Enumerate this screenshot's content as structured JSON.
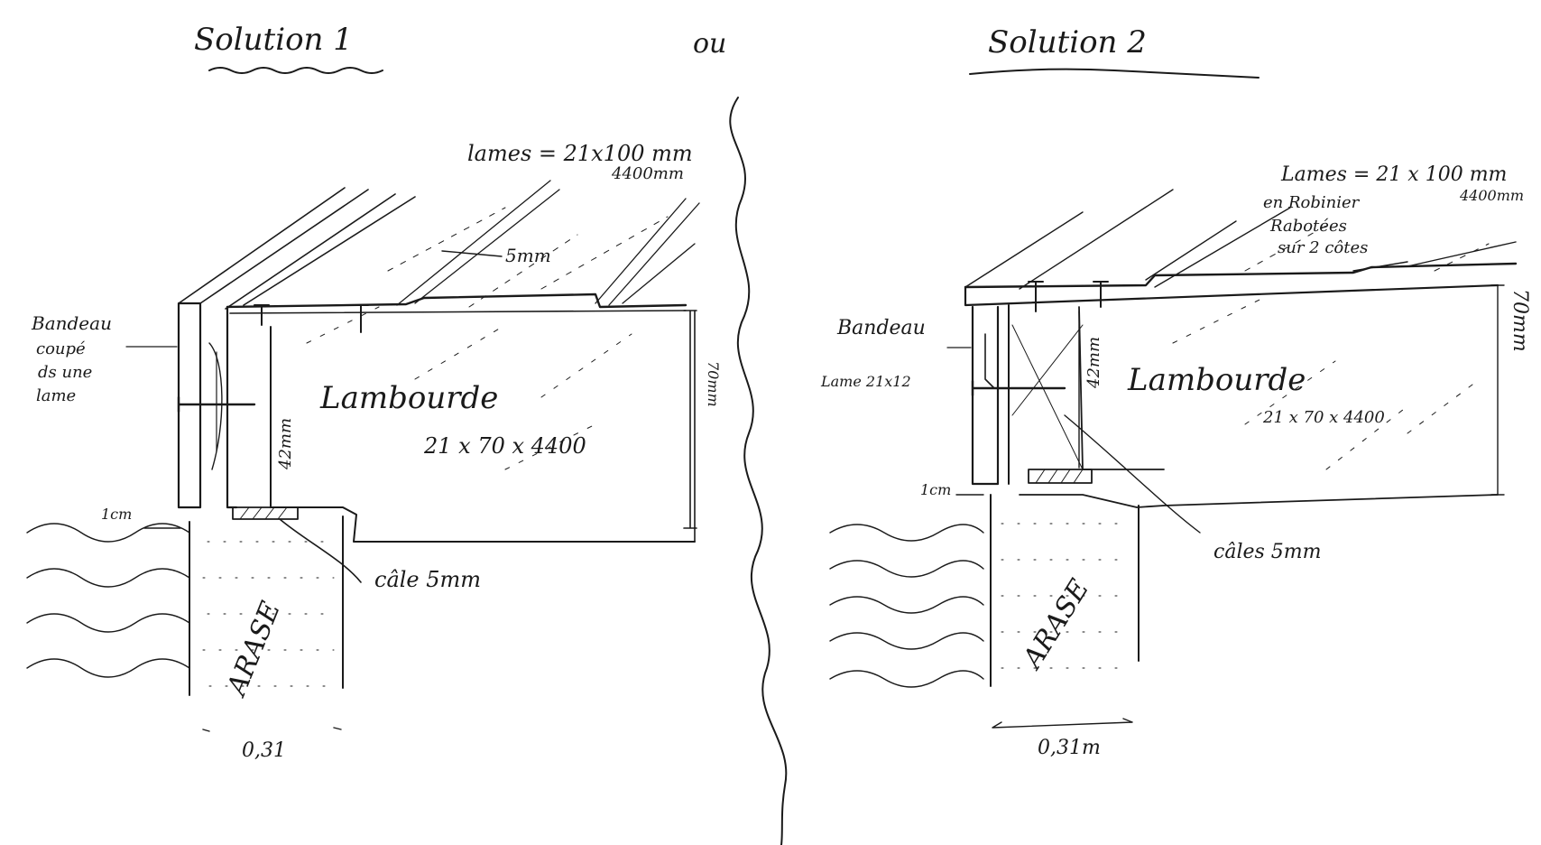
{
  "header": {
    "solution1": "Solution 1",
    "or": "ou",
    "solution2": "Solution 2"
  },
  "left": {
    "lames": "lames = 21x100 mm",
    "lames_len": "4400mm",
    "gap": "5mm",
    "bandeau": [
      "Bandeau",
      "coupé",
      "ds une",
      "lame"
    ],
    "lambourde": "Lambourde",
    "lambourde_dims": "21 x 70 x 4400",
    "h42": "42mm",
    "h70": "70mm",
    "gap1cm": "1cm",
    "cale": "câle 5mm",
    "arase": "ARASE",
    "width": "0,31"
  },
  "right": {
    "lames": "Lames = 21 x 100 mm",
    "lames_len": "4400mm",
    "lames_wood": "en Robinier",
    "lames_rab1": "Rabotées",
    "lames_rab2": "sur 2 côtes",
    "bandeau": "Bandeau",
    "lame_spec": "Lame 21x12",
    "lambourde": "Lambourde",
    "lambourde_dims": "21 x 70 x 4400",
    "h42": "42mm",
    "h70": "70mm",
    "gap1cm": "1cm",
    "cales": "câles 5mm",
    "arase": "ARASE",
    "width": "0,31m"
  }
}
